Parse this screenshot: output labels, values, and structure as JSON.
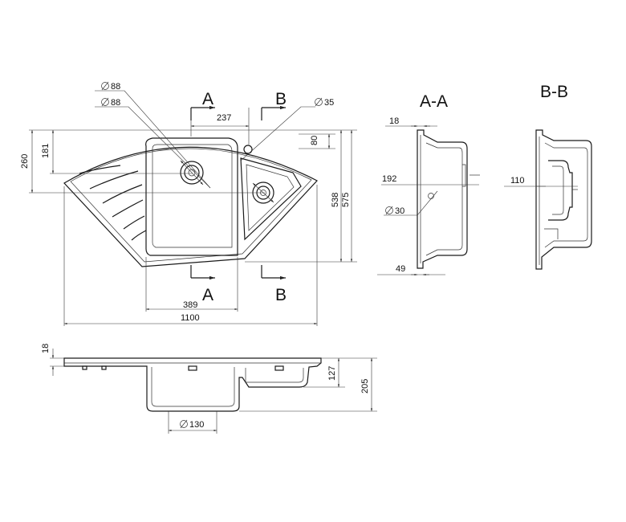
{
  "sections": {
    "a": "A",
    "b": "B",
    "aa": "A-A",
    "bb": "B-B"
  },
  "diameters": {
    "d88_top": "88",
    "d88_second": "88",
    "d35": "35",
    "d30": "30",
    "d130": "130"
  },
  "dimensions": {
    "w237": "237",
    "h80": "80",
    "h181": "181",
    "h260": "260",
    "h538": "538",
    "h575": "575",
    "w389": "389",
    "w1100": "1100",
    "aa_18": "18",
    "aa_192": "192",
    "aa_49": "49",
    "bb_110": "110",
    "front_18": "18",
    "front_127": "127",
    "front_205": "205"
  }
}
